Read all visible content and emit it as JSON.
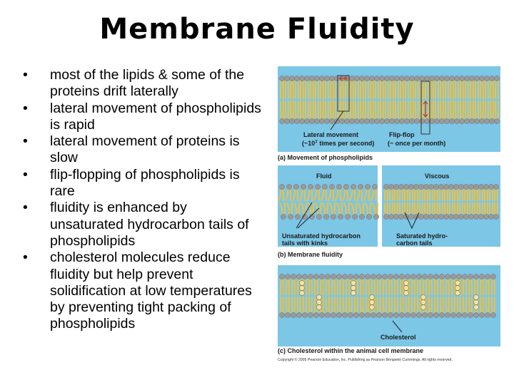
{
  "slide": {
    "title": "Membrane Fluidity",
    "bullets": [
      "most of the lipids & some of the proteins drift laterally",
      "lateral movement of phospholipids is rapid",
      "lateral movement of proteins is slow",
      "flip-flopping of phospholipids is rare",
      "fluidity is enhanced by unsaturated hydrocarbon tails of phospholipids",
      "cholesterol molecules reduce fluidity but help prevent solidification at low temperatures by preventing tight packing of phospholipids"
    ],
    "bullet_glyph": "•"
  },
  "figure": {
    "panel_a": {
      "label_lateral_1": "Lateral movement",
      "label_lateral_2_prefix": "(~10",
      "label_lateral_2_sup": "7",
      "label_lateral_2_suffix": " times per second)",
      "label_flip_1": "Flip-flop",
      "label_flip_2": "(~ once per month)",
      "caption": "(a) Movement of phospholipids"
    },
    "panel_b": {
      "label_fluid": "Fluid",
      "label_viscous": "Viscous",
      "label_unsat_1": "Unsaturated hydrocarbon",
      "label_unsat_2": "tails with kinks",
      "label_sat_1": "Saturated hydro-",
      "label_sat_2": "carbon tails",
      "caption": "(b) Membrane fluidity"
    },
    "panel_c": {
      "label_cholesterol": "Cholesterol",
      "caption": "(c) Cholesterol within the animal cell membrane"
    },
    "copyright": "Copyright © 2005 Pearson Education, Inc. Publishing as Pearson Benjamin Cummings. All rights reserved.",
    "colors": {
      "panel_bg": "#7cc6e6",
      "head": "#9a9a9a",
      "tail": "#f0c040",
      "tail_stroke": "#c9961e",
      "cholesterol": "#f4e3a8"
    }
  }
}
